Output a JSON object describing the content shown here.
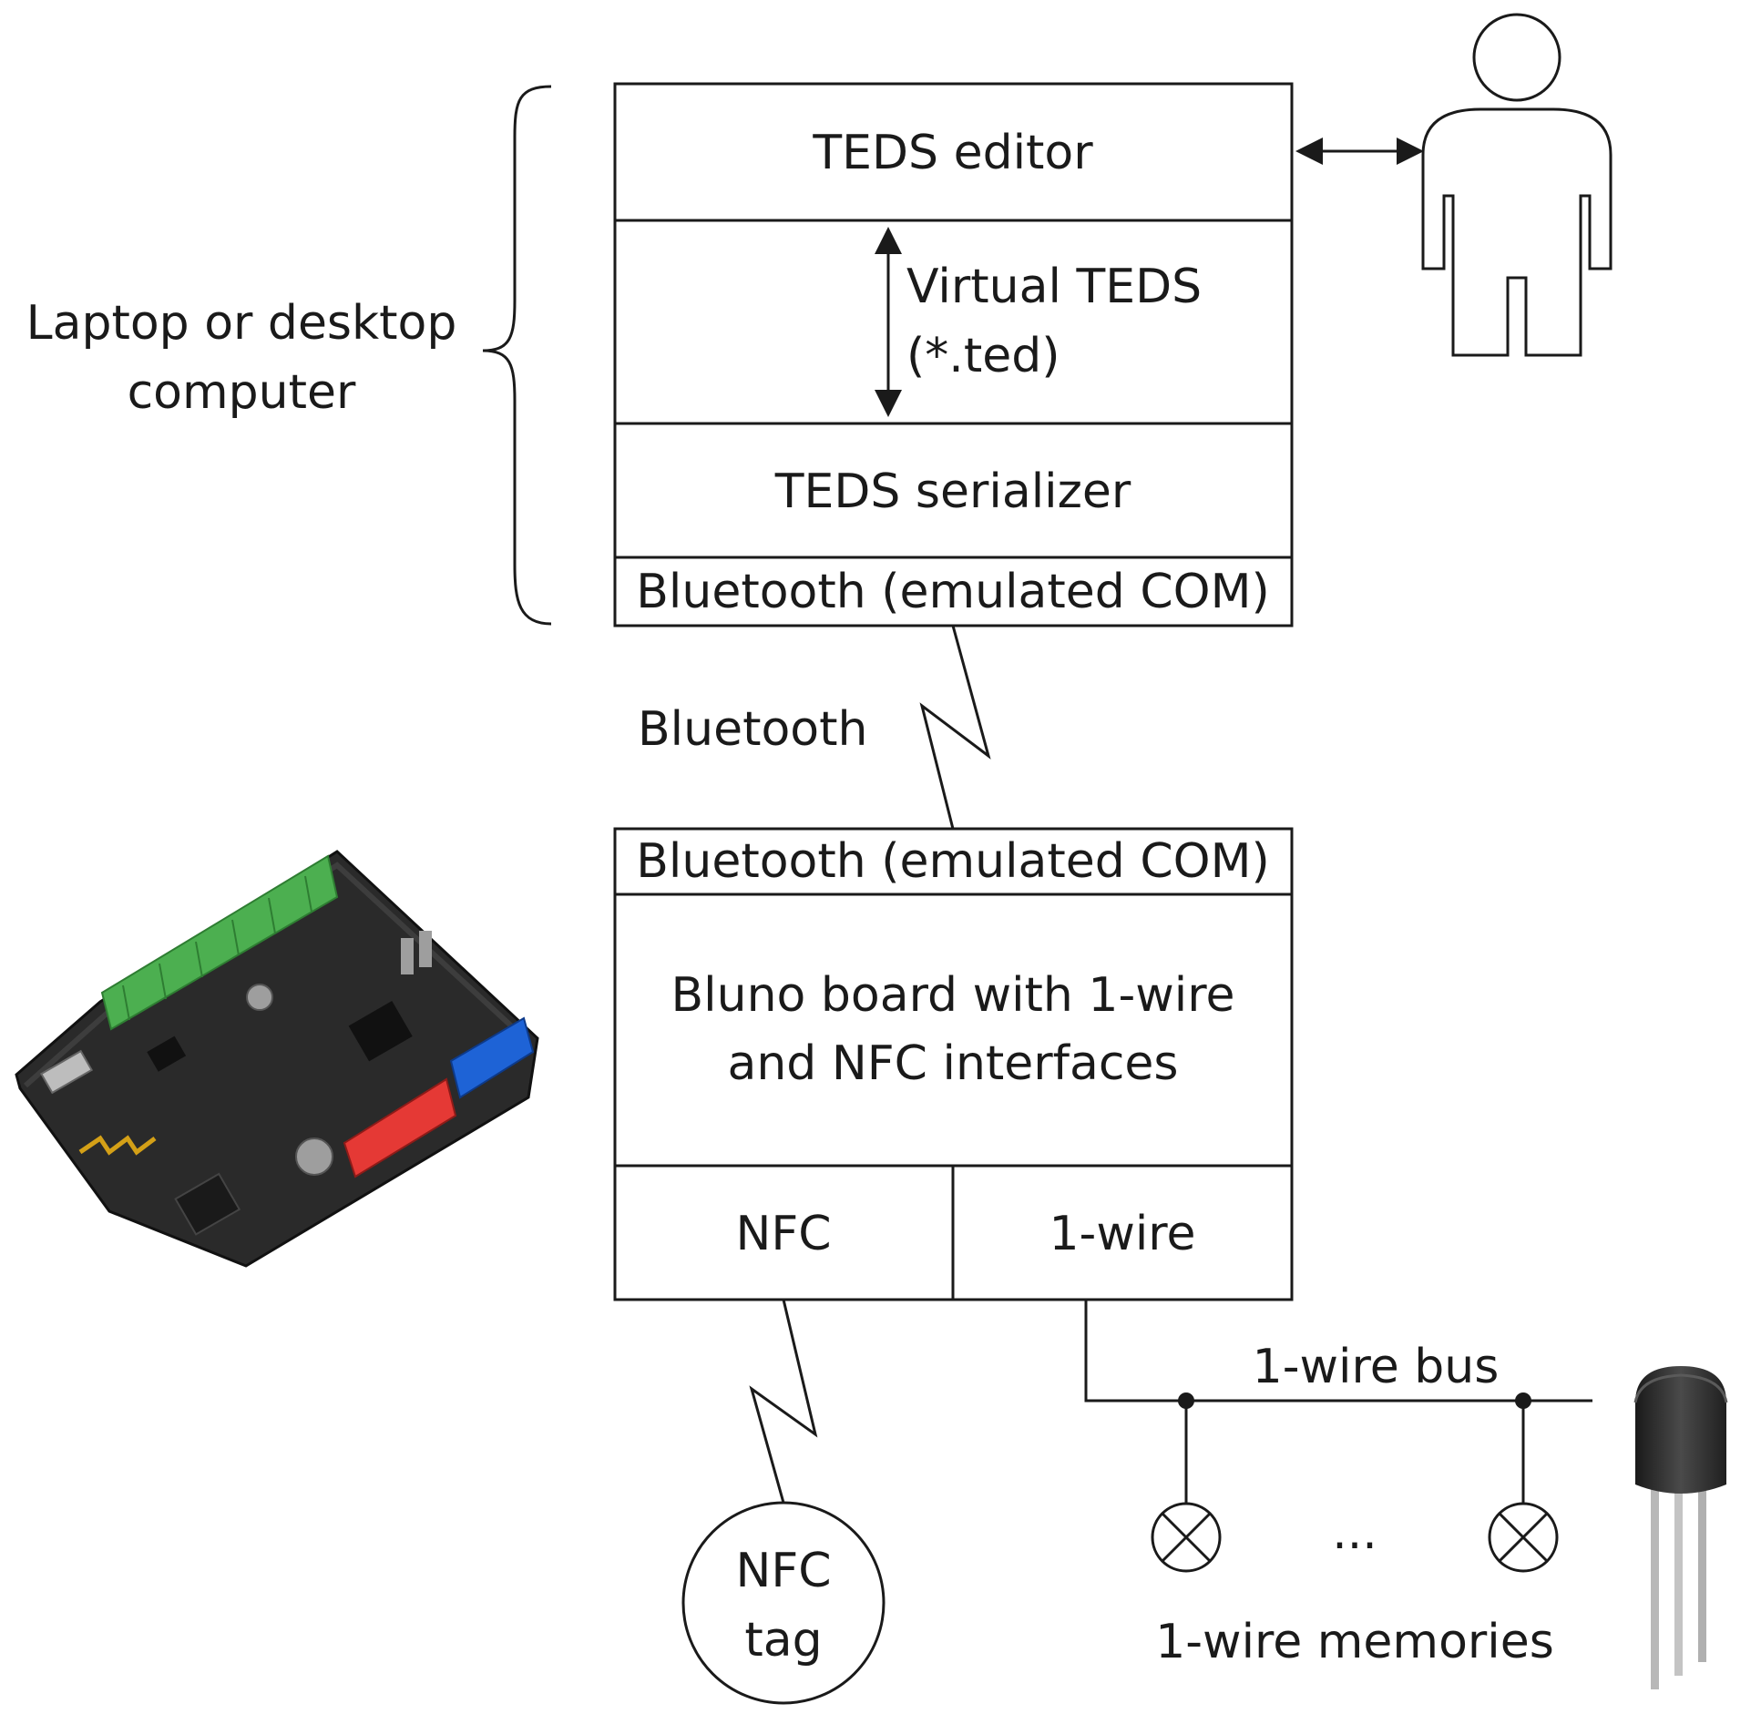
{
  "computer_group": {
    "label_line1": "Laptop or desktop",
    "label_line2": "computer",
    "stack": {
      "editor": "TEDS editor",
      "virtual_line1": "Virtual TEDS",
      "virtual_line2": "(*.ted)",
      "serializer": "TEDS serializer",
      "bluetooth_port": "Bluetooth (emulated COM)"
    }
  },
  "link": {
    "bluetooth": "Bluetooth"
  },
  "board_stack": {
    "bluetooth_port": "Bluetooth (emulated COM)",
    "board_line1": "Bluno board with 1-wire",
    "board_line2": "and NFC interfaces",
    "nfc": "NFC",
    "onewire": "1-wire"
  },
  "nfc_tag": {
    "line1": "NFC",
    "line2": "tag"
  },
  "onewire_bus": {
    "bus_label": "1-wire bus",
    "ellipsis": "...",
    "memories_label": "1-wire memories"
  },
  "icons": {
    "user": "person-icon",
    "board": "bluno-board-icon",
    "chip": "to92-chip-icon"
  },
  "colors": {
    "line": "#1a1a1a",
    "board_pcb": "#2a2a2a",
    "header_green": "#4caf50",
    "header_red": "#e53935",
    "header_blue": "#1e63d6",
    "chip_body": "#333333",
    "chip_leads": "#b0b0b0"
  }
}
